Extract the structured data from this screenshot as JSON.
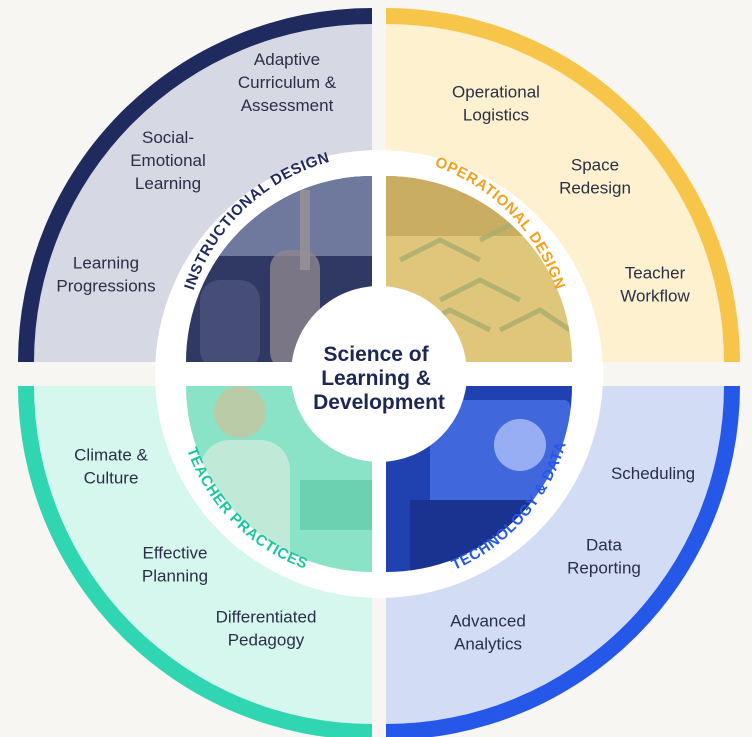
{
  "center": {
    "lines": [
      "Science of",
      "Learning &",
      "Development"
    ]
  },
  "colors": {
    "instructional": "#1f2a5e",
    "operational": "#f7c54a",
    "teacher": "#2fd6b1",
    "technology": "#2557e8",
    "instructional_fill": "#d6d8e4",
    "operational_fill": "#fdf1cf",
    "teacher_fill": "#d5f7ee",
    "technology_fill": "#d3dcf5",
    "operational_title": "#f5a11c",
    "teacher_title": "#19c79f",
    "technology_title": "#2557e8",
    "instructional_title": "#1f2a5e"
  },
  "quadrants": {
    "instructional": {
      "title": "INSTRUCTIONAL DESIGN",
      "items": [
        "Adaptive Curriculum & Assessment",
        "Social-Emotional Learning",
        "Learning Progressions"
      ],
      "lines": [
        [
          "Adaptive",
          "Curriculum &",
          "Assessment"
        ],
        [
          "Social-",
          "Emotional",
          "Learning"
        ],
        [
          "Learning",
          "Progressions"
        ]
      ]
    },
    "operational": {
      "title": "OPERATIONAL DESIGN",
      "items": [
        "Operational Logistics",
        "Space Redesign",
        "Teacher Workflow"
      ],
      "lines": [
        [
          "Operational",
          "Logistics"
        ],
        [
          "Space",
          "Redesign"
        ],
        [
          "Teacher",
          "Workflow"
        ]
      ]
    },
    "teacher": {
      "title": "TEACHER PRACTICES",
      "items": [
        "Climate & Culture",
        "Effective Planning",
        "Differentiated Pedagogy"
      ],
      "lines": [
        [
          "Climate &",
          "Culture"
        ],
        [
          "Effective",
          "Planning"
        ],
        [
          "Differentiated",
          "Pedagogy"
        ]
      ]
    },
    "technology": {
      "title": "TECHNOLOGY & DATA",
      "items": [
        "Scheduling",
        "Data Reporting",
        "Advanced Analytics"
      ],
      "lines": [
        [
          "Scheduling"
        ],
        [
          "Data",
          "Reporting"
        ],
        [
          "Advanced",
          "Analytics"
        ]
      ]
    }
  }
}
